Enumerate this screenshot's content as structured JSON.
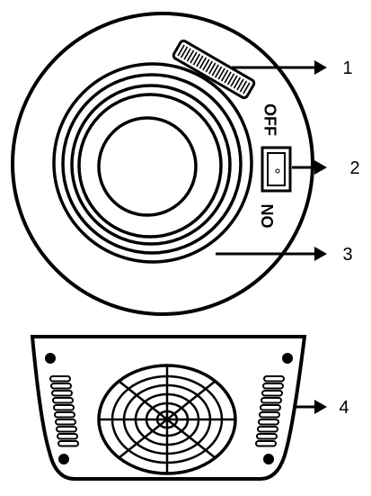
{
  "device": {
    "switch_labels": {
      "off": "OFF",
      "on": "ON"
    }
  },
  "callouts": [
    {
      "number": "1"
    },
    {
      "number": "2"
    },
    {
      "number": "3"
    },
    {
      "number": "4"
    }
  ],
  "colors": {
    "stroke": "#000000",
    "fill": "#ffffff"
  }
}
